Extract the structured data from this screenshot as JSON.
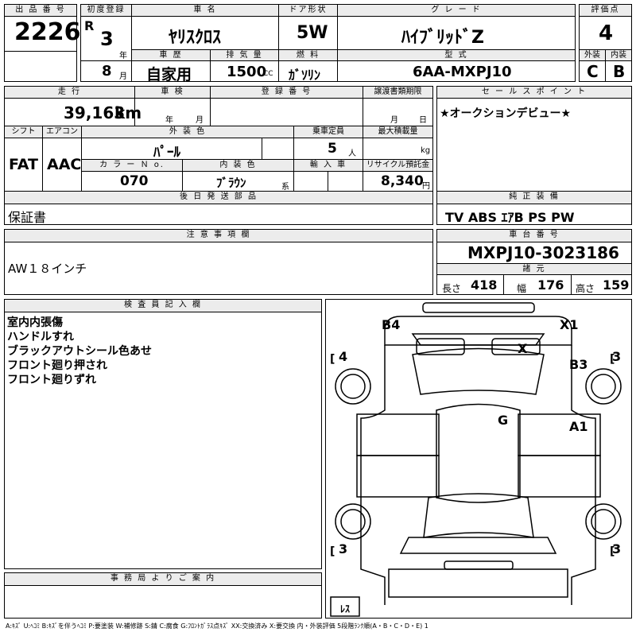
{
  "top": {
    "lot_no_label": "出 品 番 号",
    "lot_no": "2226",
    "first_reg_label": "初度登録",
    "era": "R",
    "year": "3",
    "year_unit": "年",
    "month": "8",
    "month_unit": "月",
    "car_name_label": "車 名",
    "car_name": "ﾔﾘｽｸﾛｽ",
    "door_label": "ドア形状",
    "door": "5W",
    "grade_label": "グ レ ー ド",
    "grade": "ﾊｲﾌﾞﾘｯﾄﾞZ",
    "score_label": "評価点",
    "score": "4",
    "history_label": "車 歴",
    "history": "自家用",
    "displacement_label": "排 気 量",
    "displacement": "1500",
    "displacement_unit": "CC",
    "fuel_label": "燃 料",
    "fuel": "ｶﾞｿﾘﾝ",
    "model_label": "型 式",
    "model": "6AA-MXPJ10",
    "ext_label": "外装",
    "ext_grade": "C",
    "int_label": "内装",
    "int_grade": "B"
  },
  "mid": {
    "mileage_label": "走 行",
    "mileage": "39,163",
    "mileage_unit": "km",
    "inspection_label": "車 検",
    "inspection_year_unit": "年",
    "inspection_month_unit": "月",
    "reg_no_label": "登 録 番 号",
    "transfer_label": "譲渡書類期限",
    "transfer_month_unit": "月",
    "transfer_day_unit": "日",
    "shift_label": "シフト",
    "shift": "FAT",
    "ac_label": "エアコン",
    "ac": "AAC",
    "color_label": "外 装 色",
    "color": "ﾊﾟｰﾙ",
    "capacity_label": "乗車定員",
    "capacity": "5",
    "capacity_unit": "人",
    "max_load_label": "最大積載量",
    "max_load_unit": "kg",
    "color_no_label": "カ ラ ー Ｎ o.",
    "color_no": "070",
    "interior_color_label": "内 装 色",
    "interior_color": "ﾌﾞﾗｳﾝ",
    "interior_color_unit": "系",
    "import_label": "輸 入 車",
    "recycle_label": "リサイクル預託金",
    "recycle": "8,340",
    "recycle_unit": "円",
    "later_parts_label": "後 日 発 送 部 品",
    "later_parts": "保証書"
  },
  "sales_point": {
    "label": "セ ー ル ス ポ イ ン ト",
    "text": "★オークションデビュー★"
  },
  "equipment": {
    "label": "純 正 装 備",
    "text": "TV ABS ｴｱB PS PW"
  },
  "notes": {
    "label": "注 意 事 項 欄",
    "text": "AW１８インチ"
  },
  "chassis": {
    "label": "車 台 番 号",
    "number": "MXPJ10-3023186",
    "spec_label": "諸 元",
    "length_label": "長さ",
    "length": "418",
    "width_label": "幅",
    "width": "176",
    "height_label": "高さ",
    "height": "159"
  },
  "inspector": {
    "label": "検 査 員 記 入 欄",
    "lines": [
      "室内内張傷",
      "ハンドルすれ",
      "ブラックアウトシール色あせ",
      "フロント廻り押され",
      "フロント廻りずれ"
    ]
  },
  "office": {
    "label": "事 務 局 よ り ご 案 内"
  },
  "diagram": {
    "marks": [
      "B4",
      "X1",
      "X",
      "B3",
      "G",
      "A1"
    ],
    "tire_fl": "4",
    "tire_fr": "3",
    "tire_rl": "3",
    "tire_rr": "3",
    "spare": "ﾚｽ"
  },
  "legend": "A:ｷｽﾞ U:ﾍｺﾐ B:ｷｽﾞを伴うﾍｺﾐ P:要塗装 W:補修跡 S:錆 C:腐食 G:ﾌﾛﾝﾄｶﾞﾗｽ点ｷｽﾞ XX:交換済み X:要交換 内・外装評価 5段階ﾗﾝｸ順(A・B・C・D・E) 1"
}
